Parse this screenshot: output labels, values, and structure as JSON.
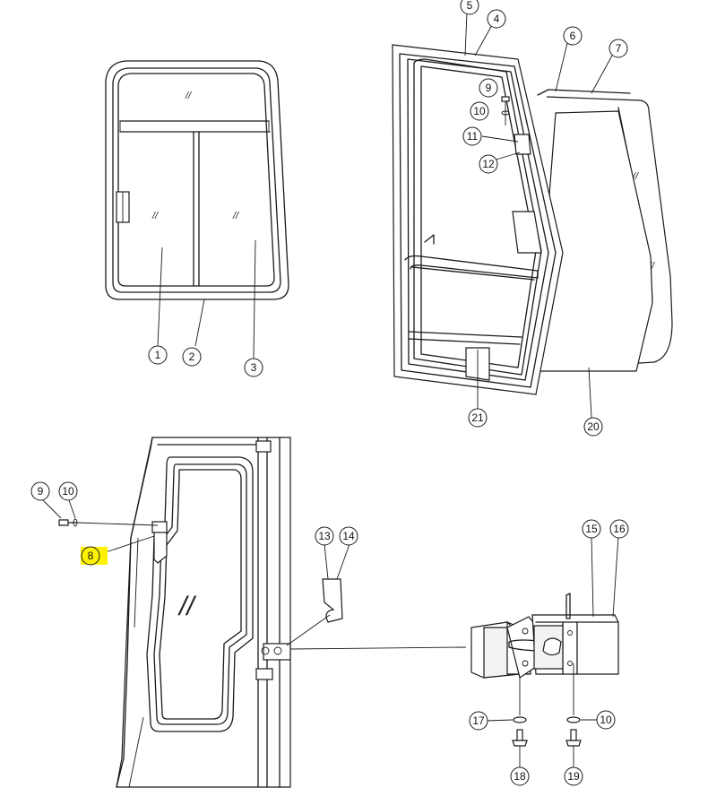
{
  "callouts": {
    "c1": "1",
    "c2": "2",
    "c3": "3",
    "c4": "4",
    "c5": "5",
    "c6": "6",
    "c7": "7",
    "c9a": "9",
    "c10a": "10",
    "c11": "11",
    "c12": "12",
    "c20": "20",
    "c21": "21",
    "c9b": "9",
    "c10b": "10",
    "c8": "8",
    "c13": "13",
    "c14": "14",
    "c15": "15",
    "c16": "16",
    "c17": "17",
    "c10c": "10",
    "c18": "18",
    "c19": "19"
  },
  "highlight": {
    "callout": "8",
    "color": "#fff200"
  }
}
